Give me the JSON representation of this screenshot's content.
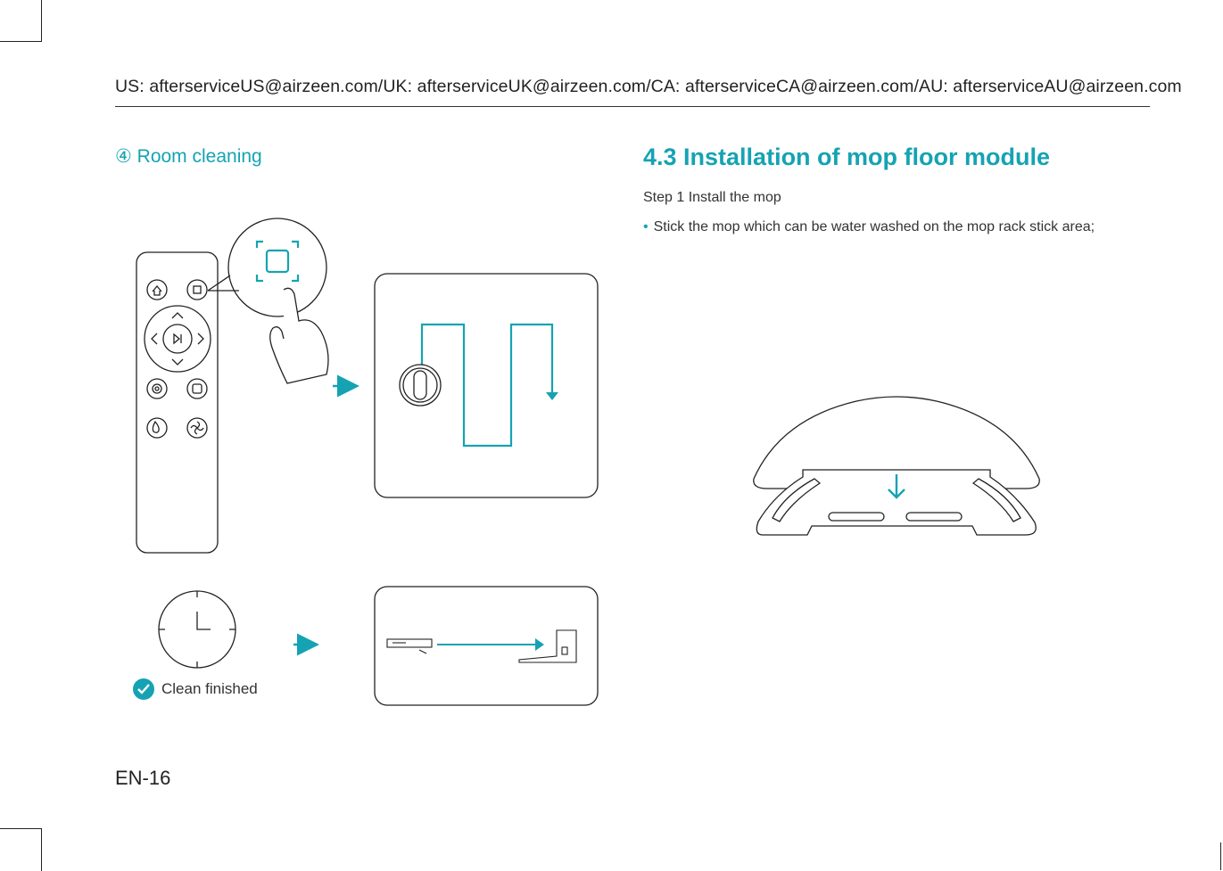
{
  "header": {
    "contacts": "US: afterserviceUS@airzeen.com/UK: afterserviceUK@airzeen.com/CA: afterserviceCA@airzeen.com/AU: afterserviceAU@airzeen.com"
  },
  "left": {
    "heading": "④ Room cleaning",
    "status_label": "Clean finished"
  },
  "right": {
    "title": "4.3 Installation of mop floor module",
    "step": "Step 1  Install the mop",
    "bullet": "Stick the mop which can be water washed on the mop rack stick area;"
  },
  "footer": {
    "page_number": "EN-16"
  },
  "colors": {
    "accent": "#15a3b3",
    "line": "#333333"
  },
  "icons": [
    "home-icon",
    "spot-clean-icon",
    "play-pause-icon",
    "spiral-icon",
    "edge-clean-icon",
    "water-drop-icon",
    "fan-icon",
    "clock-icon",
    "check-circle-icon",
    "arrow-right-icon",
    "arrow-down-icon"
  ]
}
